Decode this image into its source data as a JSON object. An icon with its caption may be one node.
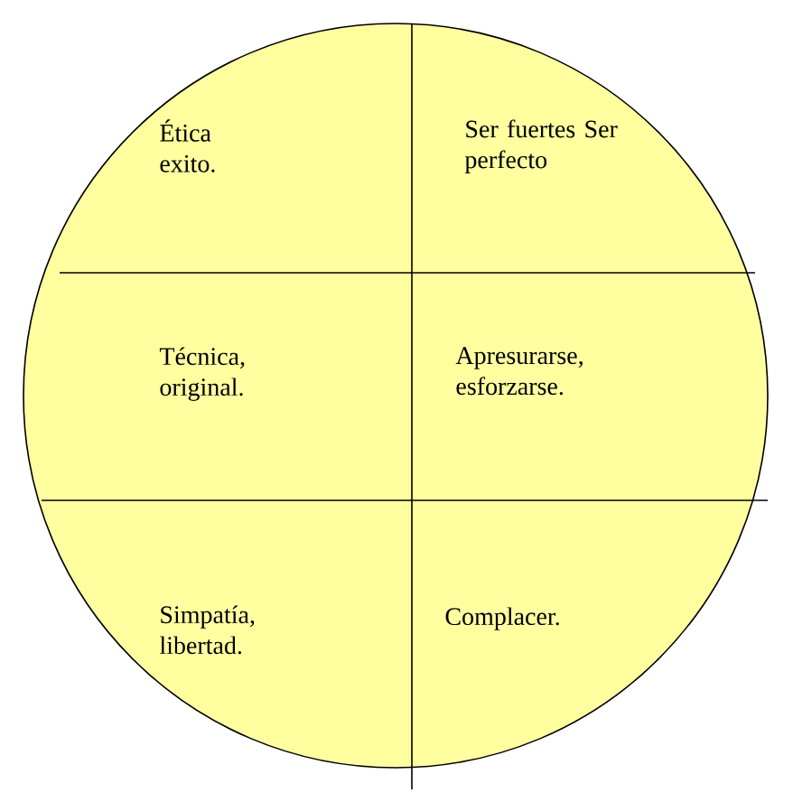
{
  "diagram": {
    "labels": [
      "Ética exito.",
      "Ser fuertes Ser perfecto",
      "Técnica, original.",
      "Apresurarse, esforzarse.",
      "Simpatía, libertad.",
      "Complacer."
    ]
  }
}
